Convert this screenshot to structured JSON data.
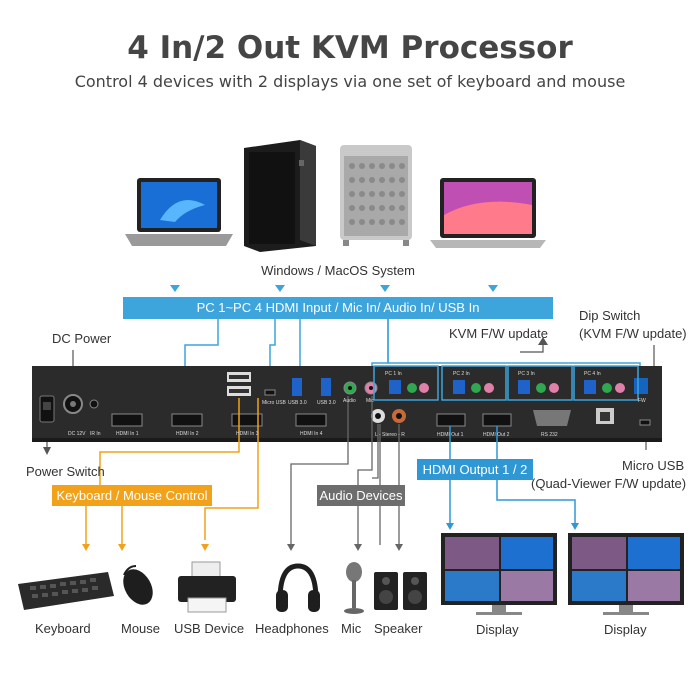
{
  "header": {
    "title": "4 In/2 Out KVM Processor",
    "subtitle": "Control 4 devices with 2 displays via one set of keyboard and mouse"
  },
  "systems_label": "Windows / MacOS System",
  "input_bar": "PC 1~PC 4 HDMI Input / Mic In/ Audio In/ USB In",
  "callouts": {
    "dc_power": "DC Power",
    "power_switch": "Power Switch",
    "dip_switch_line1": "Dip Switch",
    "dip_switch_line2": "(KVM F/W update)",
    "kvm_fw_update": "KVM F/W update",
    "micro_usb_line1": "Micro USB",
    "micro_usb_line2": "(Quad-Viewer F/W update)"
  },
  "groups": {
    "keyboard_mouse": "Keyboard / Mouse Control",
    "audio_devices": "Audio Devices",
    "hdmi_output": "HDMI Output 1 / 2"
  },
  "panel_labels": {
    "dc": "DC 12V",
    "ir": "IR In",
    "hdmi_in": [
      "HDMI In 1",
      "HDMI In 2",
      "HDMI In 3",
      "HDMI In 4"
    ],
    "micro_usb": "Micro USB",
    "usb30": "USB 3.0",
    "audio": "Audio",
    "mic": "Mic",
    "stereo": "L - Stereo - R",
    "hdmi_out": [
      "HDMI Out 1",
      "HDMI Out 2"
    ],
    "rs232": "RS 232",
    "pc_in": [
      "PC 1 In",
      "PC 2 In",
      "PC 3 In",
      "PC 4 In"
    ],
    "fw": "FW"
  },
  "devices": {
    "keyboard": "Keyboard",
    "mouse": "Mouse",
    "usb_device": "USB Device",
    "headphones": "Headphones",
    "mic": "Mic",
    "speaker": "Speaker",
    "display1": "Display",
    "display2": "Display"
  },
  "colors": {
    "blue": "#3da4dc",
    "orange": "#f2a21a",
    "gray": "#6d6d6d",
    "hdmi_blue": "#2f97d3",
    "panel": "#2b2b2b"
  }
}
